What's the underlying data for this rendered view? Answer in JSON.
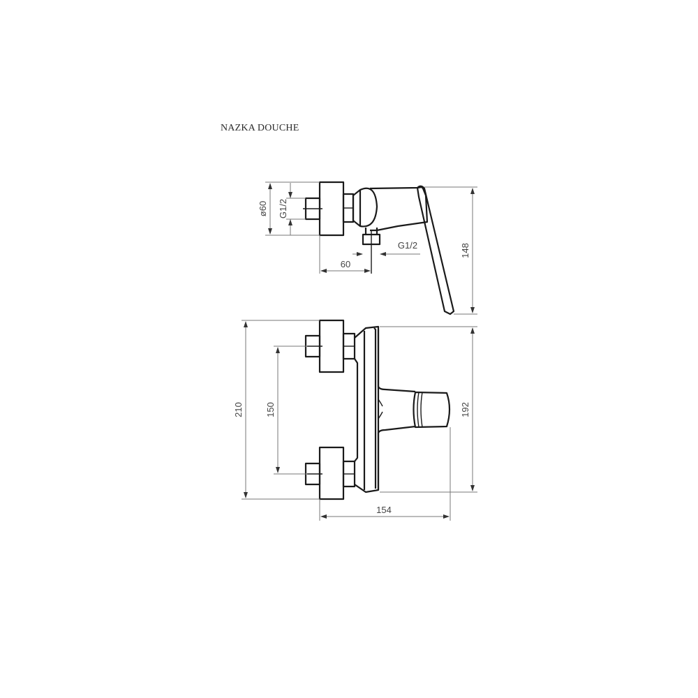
{
  "title": "NAZKA DOUCHE",
  "side_view": {
    "dimensions": {
      "diameter": "ø60",
      "inlet_thread": "G1/2",
      "outlet_thread": "G1/2",
      "projection": "60",
      "height": "148"
    }
  },
  "front_view": {
    "dimensions": {
      "overall_height": "210",
      "inlet_spacing": "150",
      "body_height": "192",
      "overall_depth": "154"
    }
  },
  "colors": {
    "line": "#1a1a1a",
    "dimension": "#777777",
    "background": "#ffffff"
  }
}
